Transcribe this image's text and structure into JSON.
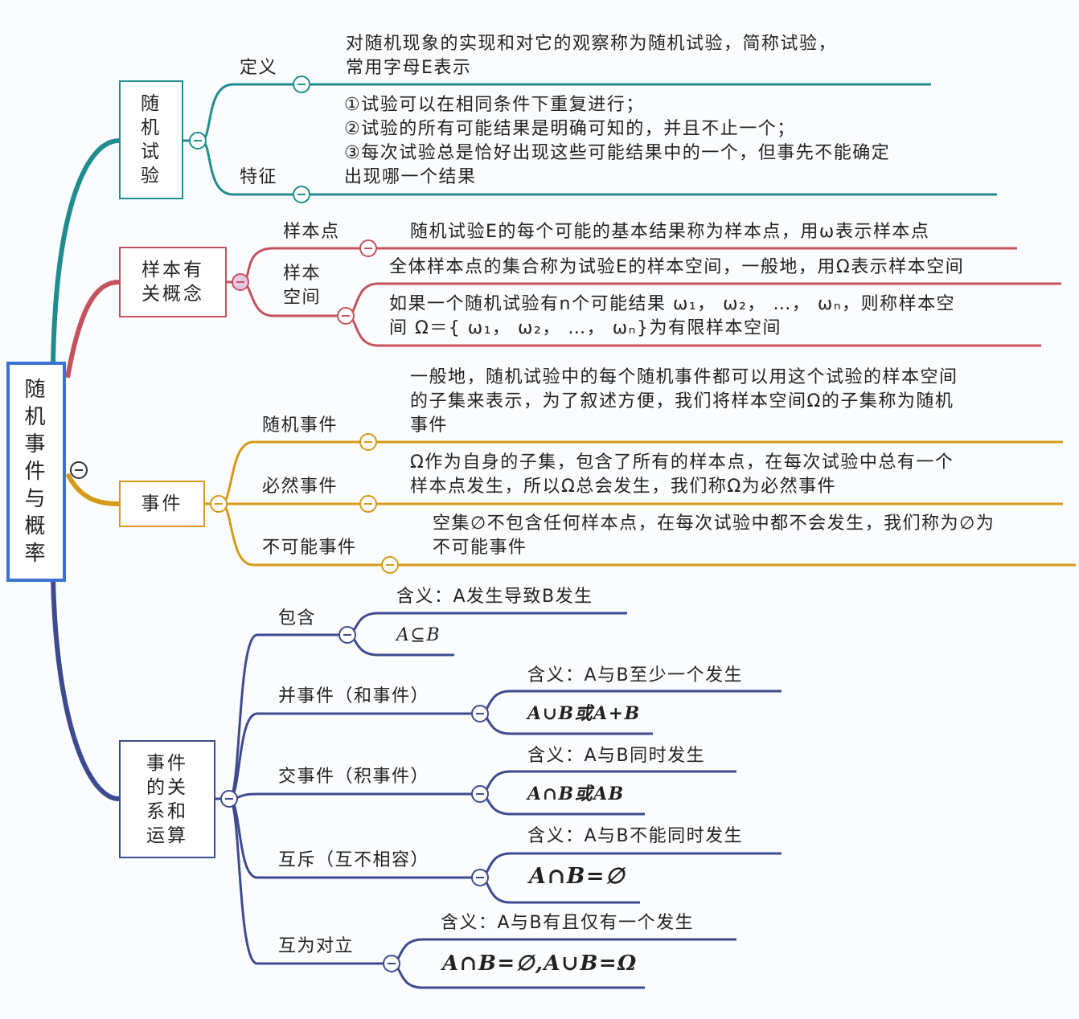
{
  "center": "随\n机\n事\n件\n与\n概\n率",
  "colors": {
    "teal": "#1f8d8f",
    "red": "#c4525c",
    "orange": "#d59a18",
    "navy": "#3d4b8e",
    "center": "#3a72d4"
  },
  "b1": {
    "title": "随\n机\n试\n验",
    "def_label": "定义",
    "def_text": "对随机现象的实现和对它的观察称为随机试验，简称试验，\n常用字母E表示",
    "feat_label": "特征",
    "feat_text": "①试验可以在相同条件下重复进行；\n②试验的所有可能结果是明确可知的，并且不止一个；\n③每次试验总是恰好出现这些可能结果中的一个，但事先不能确定\n出现哪一个结果"
  },
  "b2": {
    "title": "样本有\n关概念",
    "pt_label": "样本点",
    "pt_text": "随机试验E的每个可能的基本结果称为样本点，用ω表示样本点",
    "sp_label": "样本\n空间",
    "sp_text1": "全体样本点的集合称为试验E的样本空间，一般地，用Ω表示样本空间",
    "sp_text2": "如果一个随机试验有n个可能结果 ω₁， ω₂， …， ωₙ，则称样本空\n间 Ω＝{ ω₁， ω₂， …， ωₙ}为有限样本空间"
  },
  "b3": {
    "title": "事件",
    "r_label": "随机事件",
    "r_text": "一般地，随机试验中的每个随机事件都可以用这个试验的样本空间\n的子集来表示，为了叙述方便，我们将样本空间Ω的子集称为随机\n事件",
    "c_label": "必然事件",
    "c_text": "Ω作为自身的子集，包含了所有的样本点，在每次试验中总有一个\n样本点发生，所以Ω总会发生，我们称Ω为必然事件",
    "i_label": "不可能事件",
    "i_text": "空集∅不包含任何样本点，在每次试验中都不会发生，我们称为∅为\n不可能事件"
  },
  "b4": {
    "title": "事件\n的关\n系和\n运算",
    "items": [
      {
        "label": "包含",
        "meaning": "含义：A发生导致B发生",
        "formula": "A⊆B"
      },
      {
        "label": "并事件（和事件）",
        "meaning": "含义：A与B至少一个发生",
        "formula": "A∪B或A+B"
      },
      {
        "label": "交事件（积事件）",
        "meaning": "含义：A与B同时发生",
        "formula": "A∩B或AB"
      },
      {
        "label": "互斥（互不相容）",
        "meaning": "含义：A与B不能同时发生",
        "formula": "A∩B=∅"
      },
      {
        "label": "互为对立",
        "meaning": "含义：A与B有且仅有一个发生",
        "formula": "A∩B=∅,A∪B=Ω"
      }
    ]
  }
}
